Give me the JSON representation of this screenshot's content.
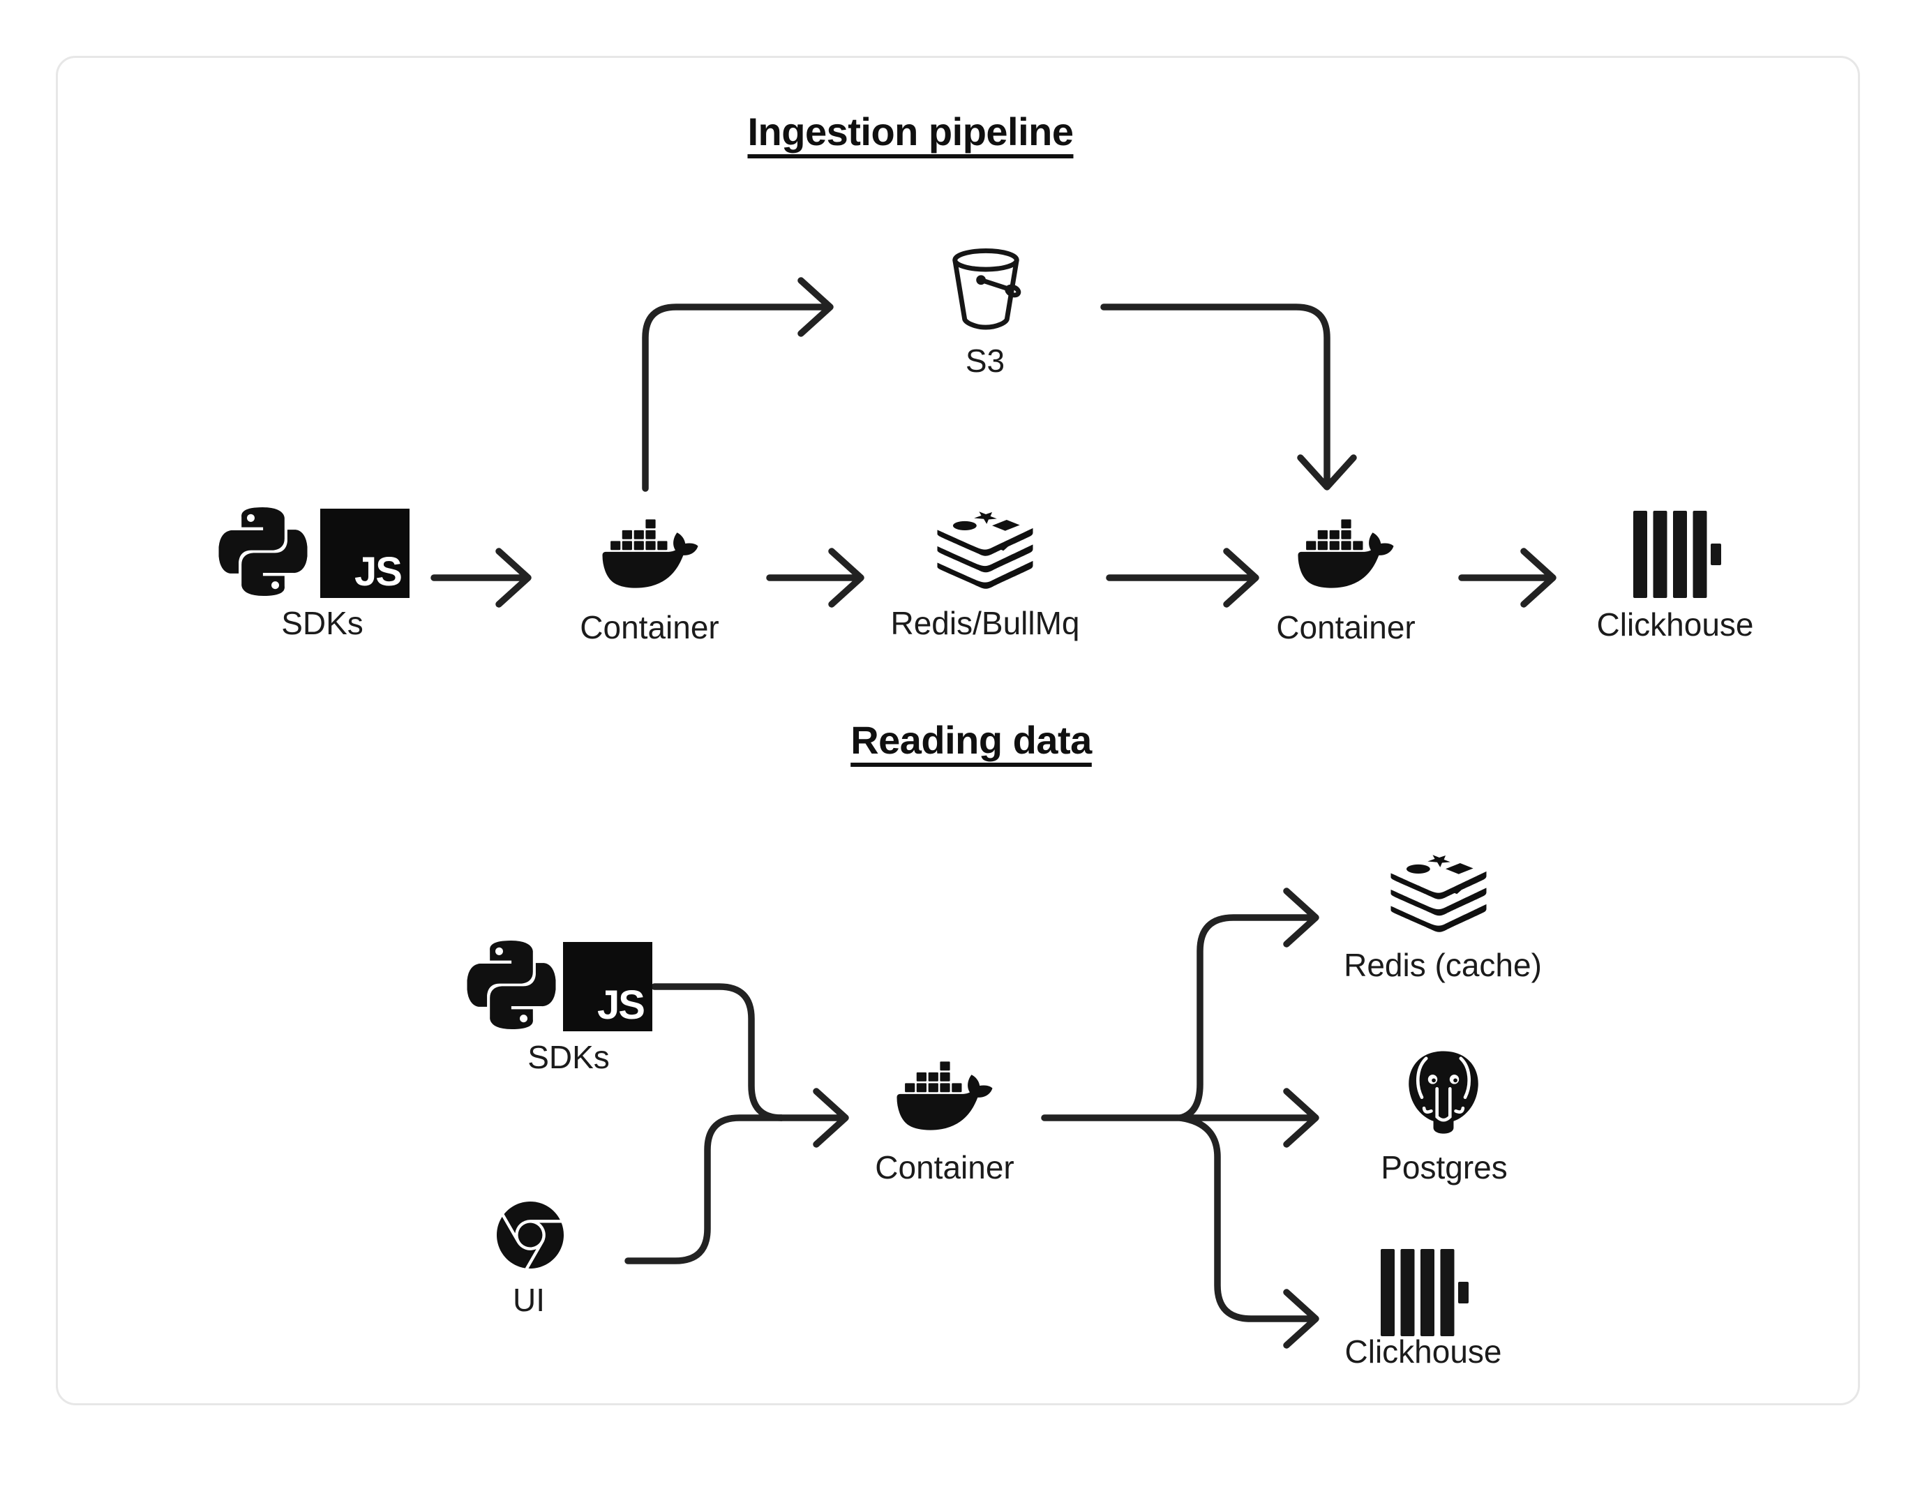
{
  "colors": {
    "background": "#ffffff",
    "card_border": "#e7e7e7",
    "ink": "#101010",
    "line": "#222222",
    "js_badge_bg": "#0c0c0c",
    "js_badge_fg": "#ffffff"
  },
  "badges": {
    "js": "JS"
  },
  "icons": {
    "python": "python-icon",
    "javascript": "javascript-icon",
    "docker": "docker-icon",
    "redis": "redis-icon",
    "s3_bucket": "s3-bucket-icon",
    "clickhouse": "clickhouse-icon",
    "chrome": "chrome-icon",
    "postgres": "postgres-icon"
  },
  "diagram": {
    "ingestion": {
      "title": "Ingestion pipeline",
      "labels": {
        "sdks": "SDKs",
        "container_in": "Container",
        "queue": "Redis/BullMq",
        "s3": "S3",
        "container_out": "Container",
        "clickhouse": "Clickhouse"
      }
    },
    "reading": {
      "title": "Reading data",
      "labels": {
        "sdks": "SDKs",
        "ui": "UI",
        "container": "Container",
        "redis_cache": "Redis (cache)",
        "postgres": "Postgres",
        "clickhouse": "Clickhouse"
      }
    }
  }
}
